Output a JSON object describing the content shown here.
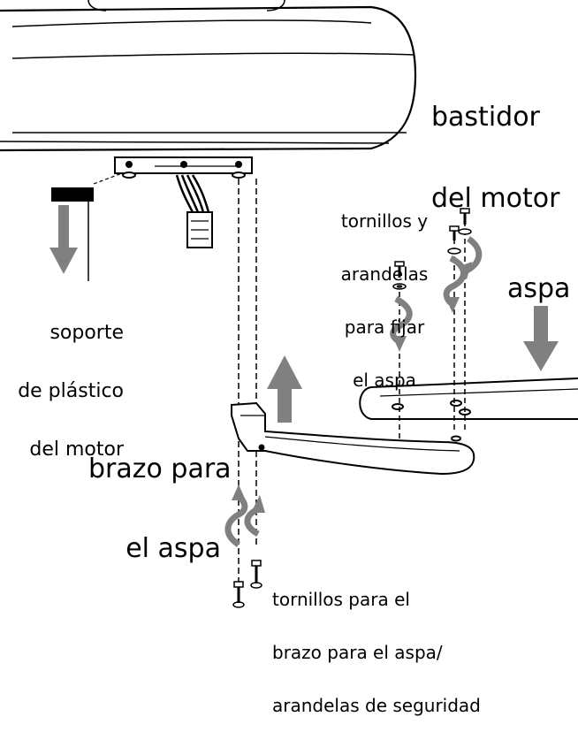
{
  "labels": {
    "motor_housing": [
      "bastidor",
      "del motor"
    ],
    "screws_blade": [
      "tornillos y",
      "arandelas",
      "para fijar",
      "el aspa"
    ],
    "blade": "aspa",
    "plastic_mount": [
      "soporte",
      "de plástico",
      "del motor"
    ],
    "blade_arm": [
      "brazo para",
      "el aspa"
    ],
    "arm_screws": [
      "tornillos para el",
      "brazo para el aspa/",
      "arandelas de seguridad"
    ]
  },
  "colors": {
    "line": "#000000",
    "arrow_gray": "#808080",
    "background": "#ffffff"
  }
}
